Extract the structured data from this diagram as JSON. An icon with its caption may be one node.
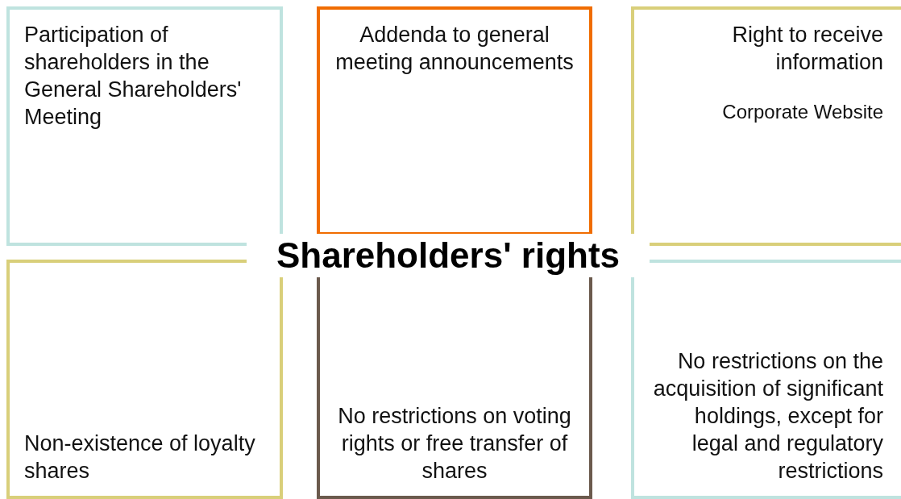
{
  "diagram": {
    "title": "Shareholders' rights",
    "nodes": [
      {
        "text": [
          "Participation of shareholders in the General Shareholders' Meeting"
        ]
      },
      {
        "text": [
          "Addenda to general meeting announcements"
        ]
      },
      {
        "text": [
          "Right to receive information",
          "Corporate Website"
        ]
      },
      {
        "text": [
          "Non-existence of loyalty shares"
        ]
      },
      {
        "text": [
          "No restrictions on voting rights or free transfer of shares"
        ]
      },
      {
        "text": [
          "No restrictions on the acquisition of significant holdings, except for legal and regulatory restrictions"
        ]
      }
    ]
  }
}
